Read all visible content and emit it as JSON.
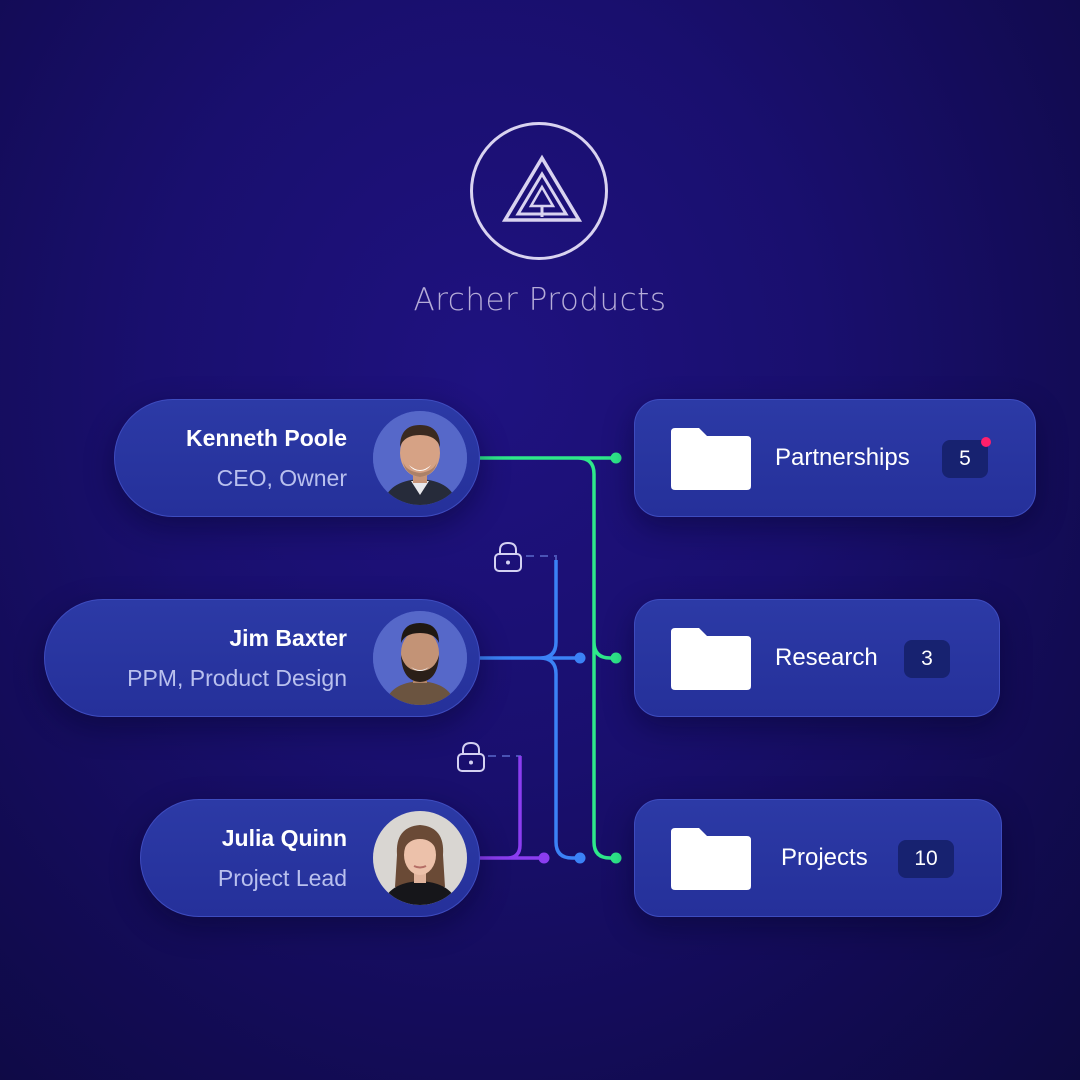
{
  "brand": {
    "name": "Archer Products",
    "logo_icon": "triangle-logo-icon"
  },
  "colors": {
    "owner_line": "#2ee88a",
    "design_line": "#3b82f6",
    "lead_line": "#8b3df0",
    "notification": "#ff1f6b"
  },
  "people": [
    {
      "name": "Kenneth Poole",
      "role": "CEO, Owner"
    },
    {
      "name": "Jim Baxter",
      "role": "PPM, Product Design"
    },
    {
      "name": "Julia Quinn",
      "role": "Project Lead"
    }
  ],
  "folders": [
    {
      "label": "Partnerships",
      "count": "5",
      "has_notification": true
    },
    {
      "label": "Research",
      "count": "3",
      "has_notification": false
    },
    {
      "label": "Projects",
      "count": "10",
      "has_notification": false
    }
  ],
  "restricted_icons": [
    "lock-icon",
    "lock-icon"
  ]
}
